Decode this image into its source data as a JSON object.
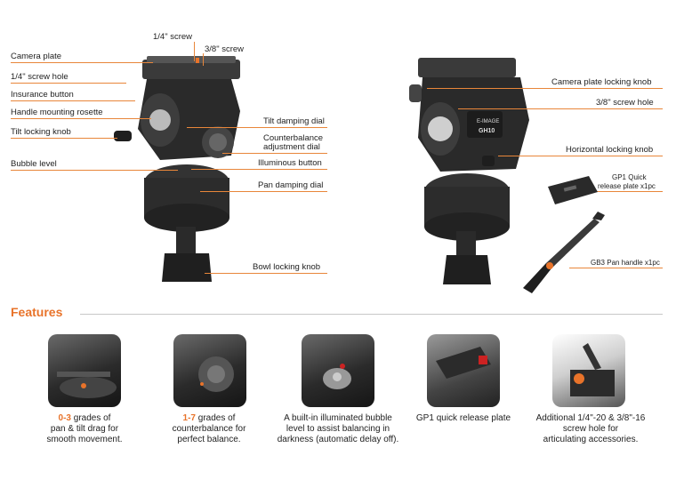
{
  "left_labels": {
    "screw_quarter": "1/4\" screw",
    "screw_three_eighths": "3/8\" screw",
    "camera_plate": "Camera plate",
    "screw_hole": "1/4\" screw hole",
    "insurance_button": "Insurance button",
    "handle_rosette": "Handle mounting rosette",
    "tilt_locking_knob": "Tilt locking knob",
    "bubble_level": "Bubble level",
    "tilt_damping_dial": "Tilt damping dial",
    "counterbalance_1": "Counterbalance",
    "counterbalance_2": "adjustment dial",
    "illuminous_button": "Illuminous button",
    "pan_damping_dial": "Pan damping dial",
    "bowl_locking_knob": "Bowl locking knob"
  },
  "right_labels": {
    "camera_plate_locking_knob": "Camera plate locking knob",
    "screw_hole": "3/8\" screw hole",
    "horizontal_locking_knob": "Horizontal locking knob",
    "gp1_line1": "GP1 Quick",
    "gp1_line2": "release plate  x1pc",
    "gb3": "GB3 Pan handle  x1pc"
  },
  "badge": {
    "line1": "E-IMAGE",
    "line2": "GH10"
  },
  "features": {
    "title": "Features",
    "items": [
      {
        "highlight": "0-3",
        "line1_rest": " grades of",
        "line2": "pan & tilt drag for",
        "line3": "smooth movement."
      },
      {
        "highlight": "1-7",
        "line1_rest": " grades of",
        "line2": "counterbalance for",
        "line3": "perfect balance."
      },
      {
        "line1": "A built-in illuminated bubble",
        "line2": "level to assist balancing in",
        "line3": "darkness (automatic delay off)."
      },
      {
        "line1": "GP1 quick release plate"
      },
      {
        "line1": "Additional 1/4\"-20 & 3/8\"-16",
        "line2": "screw hole for",
        "line3": "articulating accessories."
      }
    ]
  },
  "colors": {
    "accent": "#e8732a",
    "leader": "#e8863a"
  }
}
